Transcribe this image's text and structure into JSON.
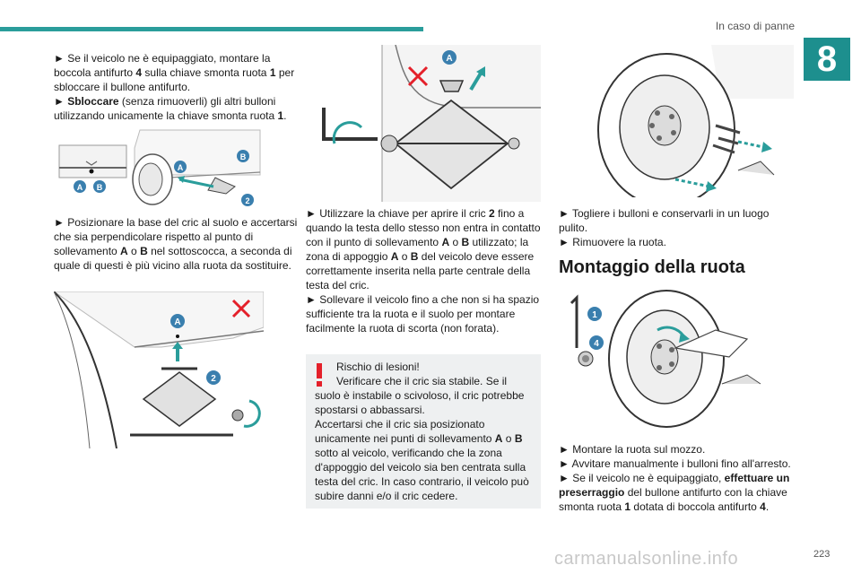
{
  "header": {
    "section_title": "In caso di panne",
    "chapter_number": "8"
  },
  "colors": {
    "accent": "#2a9d9b",
    "chapter_bg": "#1d8f8e",
    "warning": "#e4202a",
    "arrow": "#2a9d9b",
    "callout": "#3a7fae"
  },
  "col1": {
    "p1_arrow": "► ",
    "p1_a": "Se il veicolo ne è equipaggiato, montare la boccola antifurto ",
    "p1_b": "4",
    "p1_c": " sulla chiave smonta ruota ",
    "p1_d": "1",
    "p1_e": " per sbloccare il bullone antifurto.",
    "p2_arrow": "► ",
    "p2_a": "Sbloccare",
    "p2_b": " (senza rimuoverli) gli altri bulloni utilizzando unicamente la chiave smonta ruota ",
    "p2_c": "1",
    "p2_d": ".",
    "p3_arrow": "► ",
    "p3_a": "Posizionare la base del cric al suolo e accertarsi che sia perpendicolare rispetto al punto di sollevamento ",
    "p3_b": "A",
    "p3_c": " o ",
    "p3_d": "B",
    "p3_e": " nel sottoscocca, a seconda di quale di questi è più vicino alla ruota da sostituire."
  },
  "col2": {
    "p1_arrow": "► ",
    "p1_a": "Utilizzare la chiave per aprire il cric ",
    "p1_b": "2",
    "p1_c": " fino a quando la testa dello stesso non entra in contatto con il punto di sollevamento ",
    "p1_d": "A",
    "p1_e": " o ",
    "p1_f": "B",
    "p1_g": " utilizzato; la zona di appoggio ",
    "p1_h": "A",
    "p1_i": " o ",
    "p1_j": "B",
    "p1_k": " del veicolo deve essere correttamente inserita nella parte centrale della testa del cric.",
    "p2_arrow": "► ",
    "p2_a": "Sollevare il veicolo fino a che non si ha spazio sufficiente tra la ruota e il suolo per montare facilmente la ruota di scorta (non forata)."
  },
  "warning": {
    "title": "Rischio di lesioni!",
    "l1": "Verificare che il cric sia stabile. Se il suolo è instabile o scivoloso, il cric potrebbe spostarsi o abbassarsi.",
    "l2a": "Accertarsi che il cric sia posizionato unicamente nei punti di sollevamento ",
    "l2b": "A",
    "l2c": " o ",
    "l2d": "B",
    "l2e": " sotto al veicolo, verificando che la zona d'appoggio del veicolo sia ben centrata sulla testa del cric. In caso contrario, il veicolo può subire danni e/o il cric cedere."
  },
  "col3": {
    "p1": "► Togliere i bulloni e conservarli in un luogo pulito.",
    "p2": "► Rimuovere la ruota.",
    "heading": "Montaggio della ruota",
    "p3": "► Montare la ruota sul mozzo.",
    "p4": "► Avvitare manualmente i bulloni fino all'arresto.",
    "p5_a": "► Se il veicolo ne è equipaggiato, ",
    "p5_b": "effettuare un preserraggio",
    "p5_c": " del bullone antifurto con la chiave smonta ruota ",
    "p5_d": "1",
    "p5_e": " dotata di boccola antifurto ",
    "p5_f": "4",
    "p5_g": "."
  },
  "figures": {
    "fig1": {
      "labels": [
        "A",
        "B",
        "A",
        "B",
        "2"
      ]
    },
    "fig2": {
      "labels": [
        "A"
      ]
    },
    "fig3": {
      "labels": [
        "A",
        "2"
      ]
    },
    "fig5": {
      "labels": [
        "1",
        "4"
      ]
    }
  },
  "footer": {
    "page_number": "223",
    "watermark": "carmanualsonline.info"
  }
}
